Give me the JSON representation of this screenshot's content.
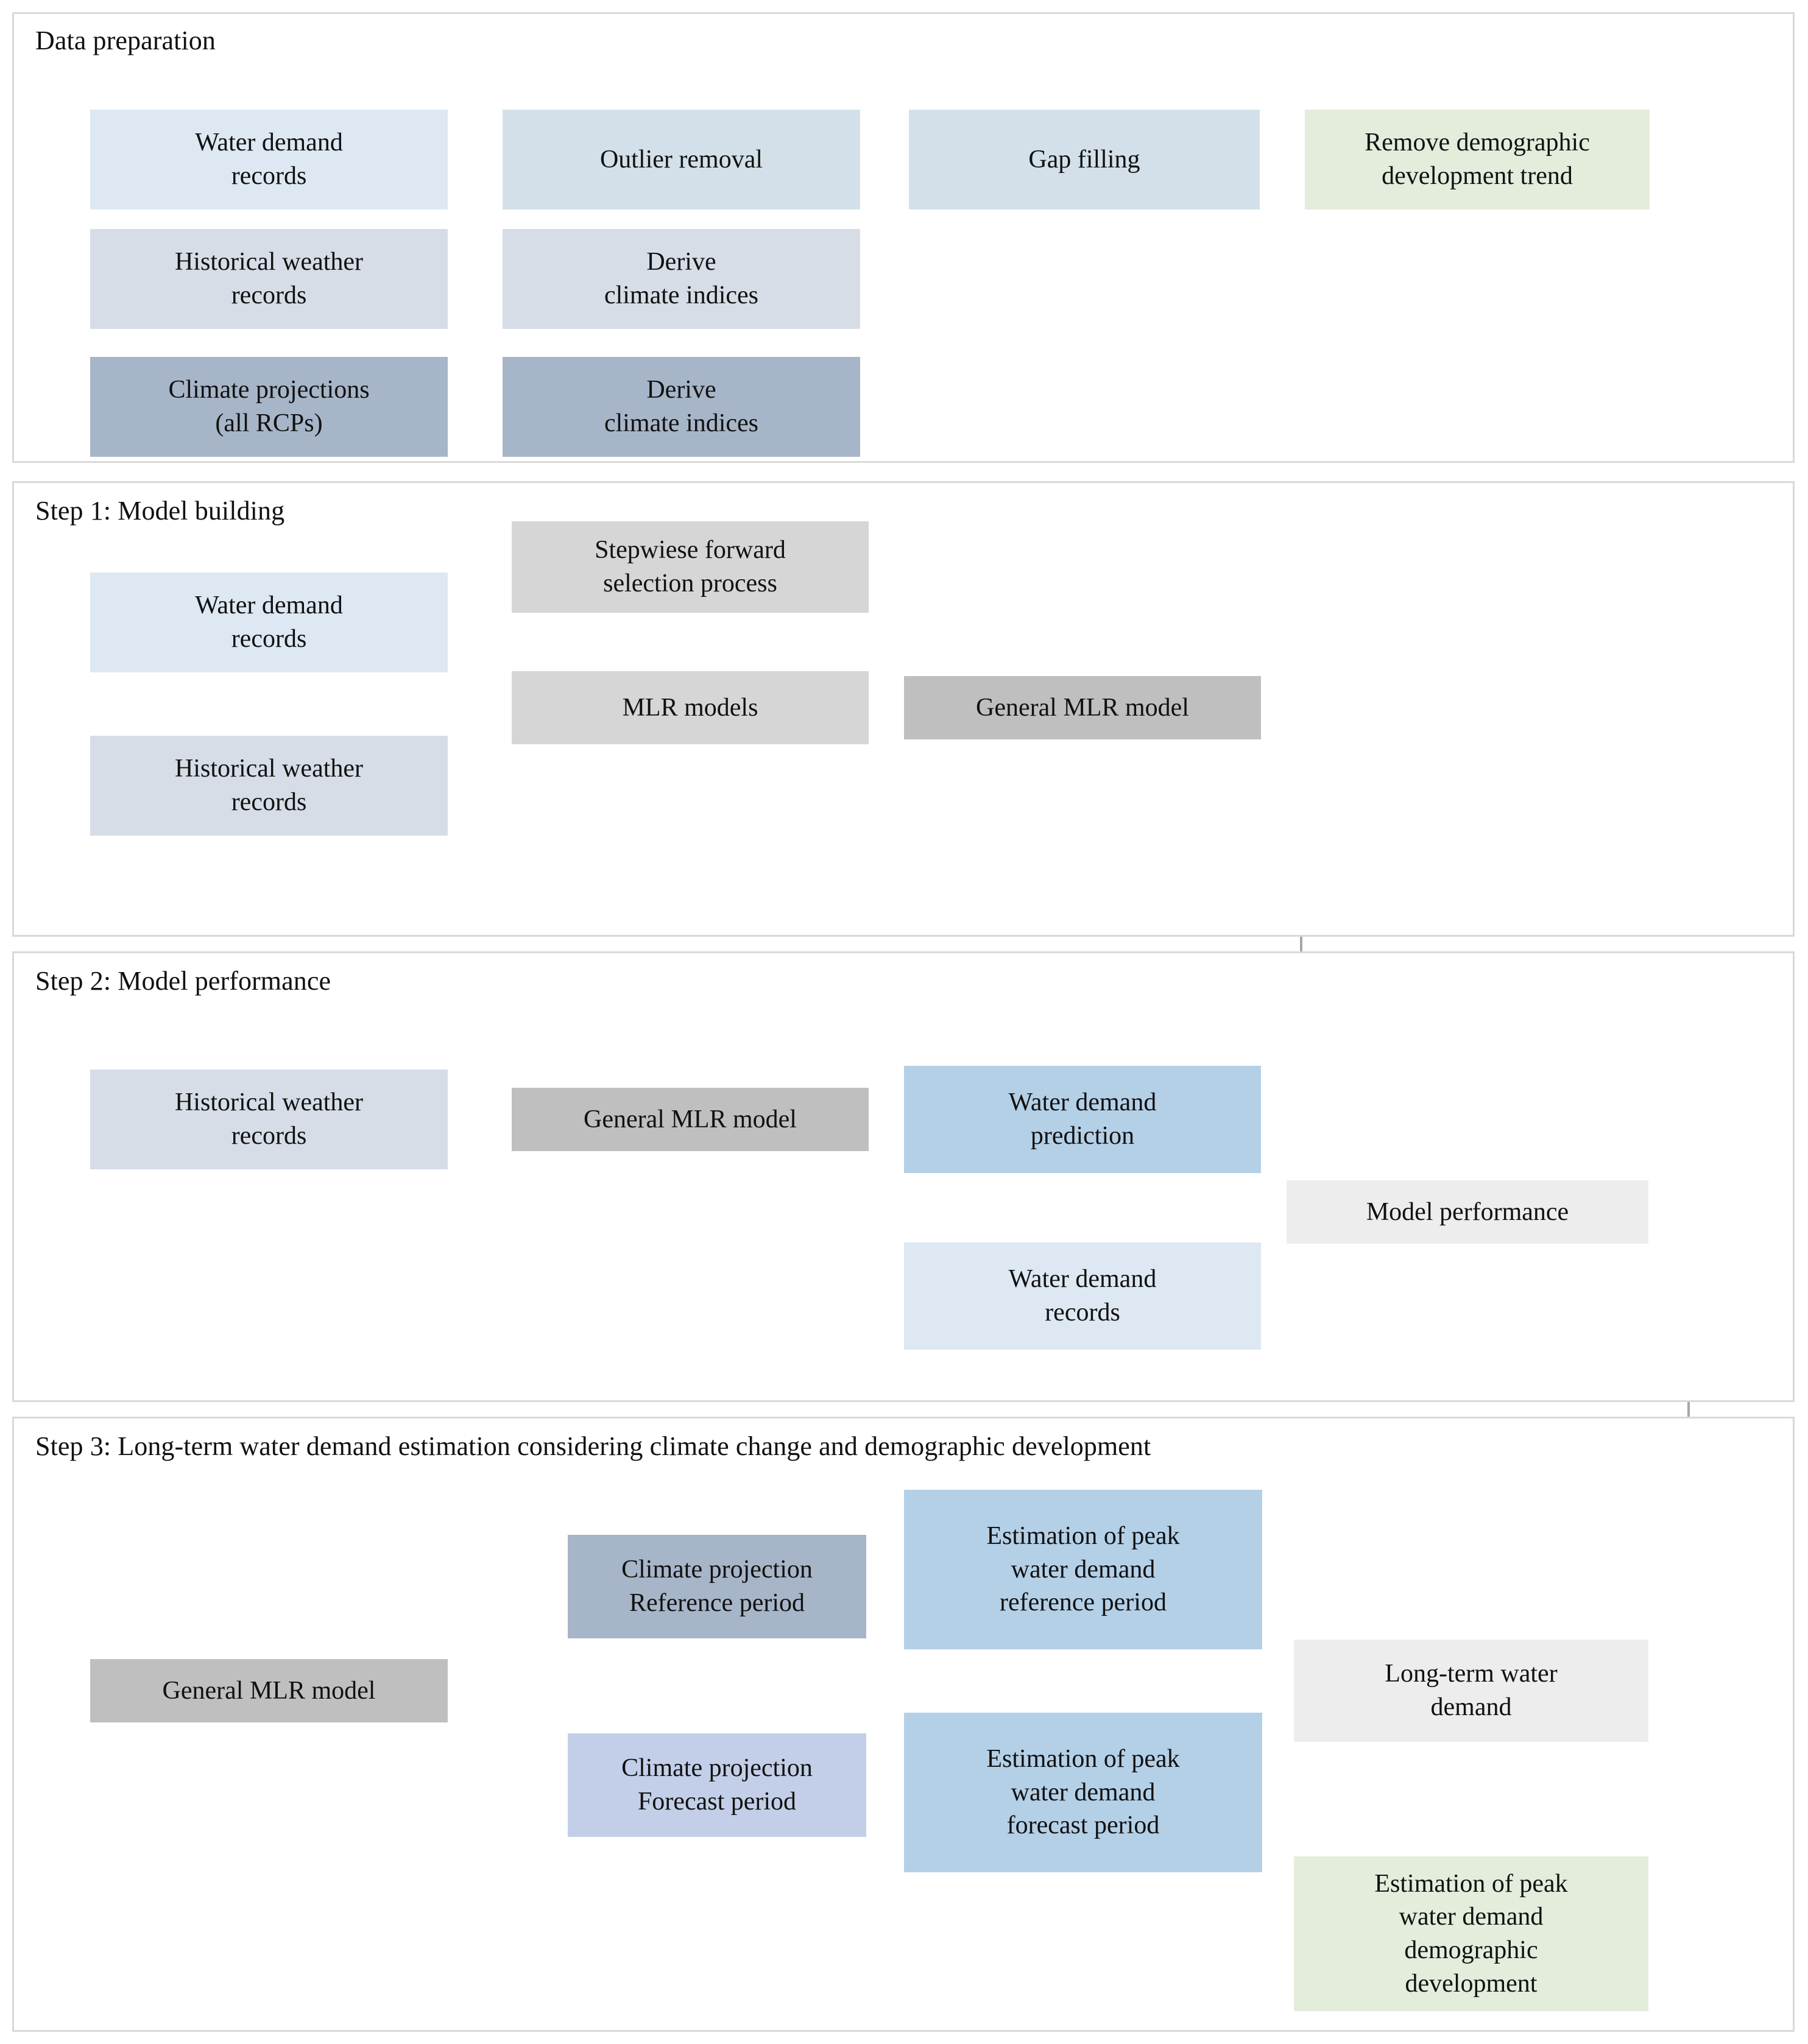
{
  "figure": {
    "type": "flowchart",
    "title": "Water demand modelling workflow"
  },
  "colors": {
    "panel_border": "#d9d9d9",
    "page_background": "#ffffff",
    "connector": "#a6a6a6",
    "arrowhead": "#808080",
    "light_blue": "#dde8f3",
    "pale_blue": "#d3e0e9",
    "blue_grey": "#d6dde7",
    "dark_blue_grey": "#a7b5c8",
    "light_green": "#e4ecdc",
    "light_grey": "#d6d6d6",
    "mid_grey": "#bfbfbf",
    "very_light_grey": "#ededed",
    "medium_blue": "#b4d0e7",
    "lavender_blue": "#c3cfe8"
  },
  "panels": [
    {
      "id": "data-preparation",
      "title": "Data preparation"
    },
    {
      "id": "step-1",
      "title": "Step 1: Model building"
    },
    {
      "id": "step-2",
      "title": "Step 2: Model performance"
    },
    {
      "id": "step-3",
      "title": "Step 3: Long-term water demand estimation considering climate change and demographic development"
    }
  ],
  "nodes": {
    "dp_water_demand_records": {
      "label": "Water demand\nrecords",
      "lines": [
        "Water demand",
        "records"
      ],
      "fill": "#dde8f3"
    },
    "dp_outlier_removal": {
      "label": "Outlier removal",
      "lines": [
        "Outlier removal"
      ],
      "fill": "#d3e0e9"
    },
    "dp_gap_filling": {
      "label": "Gap filling",
      "lines": [
        "Gap filling"
      ],
      "fill": "#d3e0e9"
    },
    "dp_remove_demographic_trend": {
      "label": "Remove demographic\ndevelopment trend",
      "lines": [
        "Remove demographic",
        "development trend"
      ],
      "fill": "#e4ecdc"
    },
    "dp_historical_weather_records": {
      "label": "Historical weather\nrecords",
      "lines": [
        "Historical weather",
        "records"
      ],
      "fill": "#d6dde7"
    },
    "dp_derive_climate_indices_hist": {
      "label": "Derive\nclimate indices",
      "lines": [
        "Derive",
        "climate indices"
      ],
      "fill": "#d6dde7"
    },
    "dp_climate_projections": {
      "label": "Climate projections\n(all RCPs)",
      "lines": [
        "Climate projections",
        "(all RCPs)"
      ],
      "fill": "#a7b5c8"
    },
    "dp_derive_climate_indices_proj": {
      "label": "Derive\nclimate indices",
      "lines": [
        "Derive",
        "climate indices"
      ],
      "fill": "#a7b5c8"
    },
    "s1_water_demand_records": {
      "label": "Water demand\nrecords",
      "lines": [
        "Water demand",
        "records"
      ],
      "fill": "#dde8f3"
    },
    "s1_historical_weather_records": {
      "label": "Historical weather\nrecords",
      "lines": [
        "Historical weather",
        "records"
      ],
      "fill": "#d6dde7"
    },
    "s1_stepwise_selection": {
      "label": "Stepwiese forward\nselection process",
      "lines": [
        "Stepwiese forward",
        "selection process"
      ],
      "fill": "#d6d6d6"
    },
    "s1_mlr_models": {
      "label": "MLR models",
      "lines": [
        "MLR models"
      ],
      "fill": "#d6d6d6"
    },
    "s1_general_mlr_model": {
      "label": "General MLR model",
      "lines": [
        "General MLR model"
      ],
      "fill": "#bfbfbf"
    },
    "s2_historical_weather_records": {
      "label": "Historical weather\nrecords",
      "lines": [
        "Historical weather",
        "records"
      ],
      "fill": "#d6dde7"
    },
    "s2_general_mlr_model": {
      "label": "General MLR model",
      "lines": [
        "General MLR model"
      ],
      "fill": "#bfbfbf"
    },
    "s2_water_demand_prediction": {
      "label": "Water demand\nprediction",
      "lines": [
        "Water demand",
        "prediction"
      ],
      "fill": "#b4d0e7"
    },
    "s2_water_demand_records": {
      "label": "Water demand\nrecords",
      "lines": [
        "Water demand",
        "records"
      ],
      "fill": "#dde8f3"
    },
    "s2_model_performance": {
      "label": "Model performance",
      "lines": [
        "Model performance"
      ],
      "fill": "#ededed"
    },
    "s3_general_mlr_model": {
      "label": "General MLR model",
      "lines": [
        "General MLR model"
      ],
      "fill": "#bfbfbf"
    },
    "s3_climate_projection_reference": {
      "label": "Climate projection\nReference period",
      "lines": [
        "Climate projection",
        "Reference period"
      ],
      "fill": "#a7b5c8"
    },
    "s3_climate_projection_forecast": {
      "label": "Climate projection\nForecast period",
      "lines": [
        "Climate projection",
        "Forecast period"
      ],
      "fill": "#c3cfe8"
    },
    "s3_estimation_reference": {
      "label": "Estimation of peak\nwater demand\nreference period",
      "lines": [
        "Estimation of peak",
        "water demand",
        "reference period"
      ],
      "fill": "#b4d0e7"
    },
    "s3_estimation_forecast": {
      "label": "Estimation of peak\nwater demand\nforecast period",
      "lines": [
        "Estimation of peak",
        "water demand",
        "forecast period"
      ],
      "fill": "#b4d0e7"
    },
    "s3_long_term_water_demand": {
      "label": "Long-term water\ndemand",
      "lines": [
        "Long-term water",
        "demand"
      ],
      "fill": "#ededed"
    },
    "s3_estimation_demographic": {
      "label": "Estimation of peak\nwater demand\ndemographic\ndevelopment",
      "lines": [
        "Estimation of peak",
        "water demand",
        "demographic",
        "development"
      ],
      "fill": "#e4ecdc"
    }
  },
  "edges": [
    {
      "from": "dp_water_demand_records",
      "to": "dp_outlier_removal"
    },
    {
      "from": "dp_outlier_removal",
      "to": "dp_gap_filling"
    },
    {
      "from": "dp_gap_filling",
      "to": "dp_remove_demographic_trend"
    },
    {
      "from": "dp_historical_weather_records",
      "to": "dp_derive_climate_indices_hist"
    },
    {
      "from": "dp_climate_projections",
      "to": "dp_derive_climate_indices_proj"
    },
    {
      "from": "s1_water_demand_records",
      "to": "s1_mlr_models"
    },
    {
      "from": "s1_historical_weather_records",
      "to": "s1_mlr_models"
    },
    {
      "from": "s1_stepwise_selection",
      "to": "s1_mlr_models"
    },
    {
      "from": "s1_mlr_models",
      "to": "s1_general_mlr_model"
    },
    {
      "from": "s1_general_mlr_model",
      "to": "s2_historical_weather_records"
    },
    {
      "from": "s2_historical_weather_records",
      "to": "s2_general_mlr_model"
    },
    {
      "from": "s2_general_mlr_model",
      "to": "s2_water_demand_prediction"
    },
    {
      "from": "s2_water_demand_prediction",
      "to": "s2_model_performance"
    },
    {
      "from": "s2_water_demand_records",
      "to": "s2_model_performance"
    },
    {
      "from": "s2_model_performance",
      "to": "s3_general_mlr_model"
    },
    {
      "from": "s3_general_mlr_model",
      "to": "s3_climate_projection_reference"
    },
    {
      "from": "s3_general_mlr_model",
      "to": "s3_climate_projection_forecast"
    },
    {
      "from": "s3_climate_projection_reference",
      "to": "s3_estimation_reference"
    },
    {
      "from": "s3_climate_projection_forecast",
      "to": "s3_estimation_forecast"
    },
    {
      "from": "s3_estimation_reference",
      "to": "s3_long_term_water_demand"
    },
    {
      "from": "s3_estimation_forecast",
      "to": "s3_long_term_water_demand"
    },
    {
      "from": "s3_estimation_demographic",
      "to": "s3_long_term_water_demand"
    }
  ]
}
